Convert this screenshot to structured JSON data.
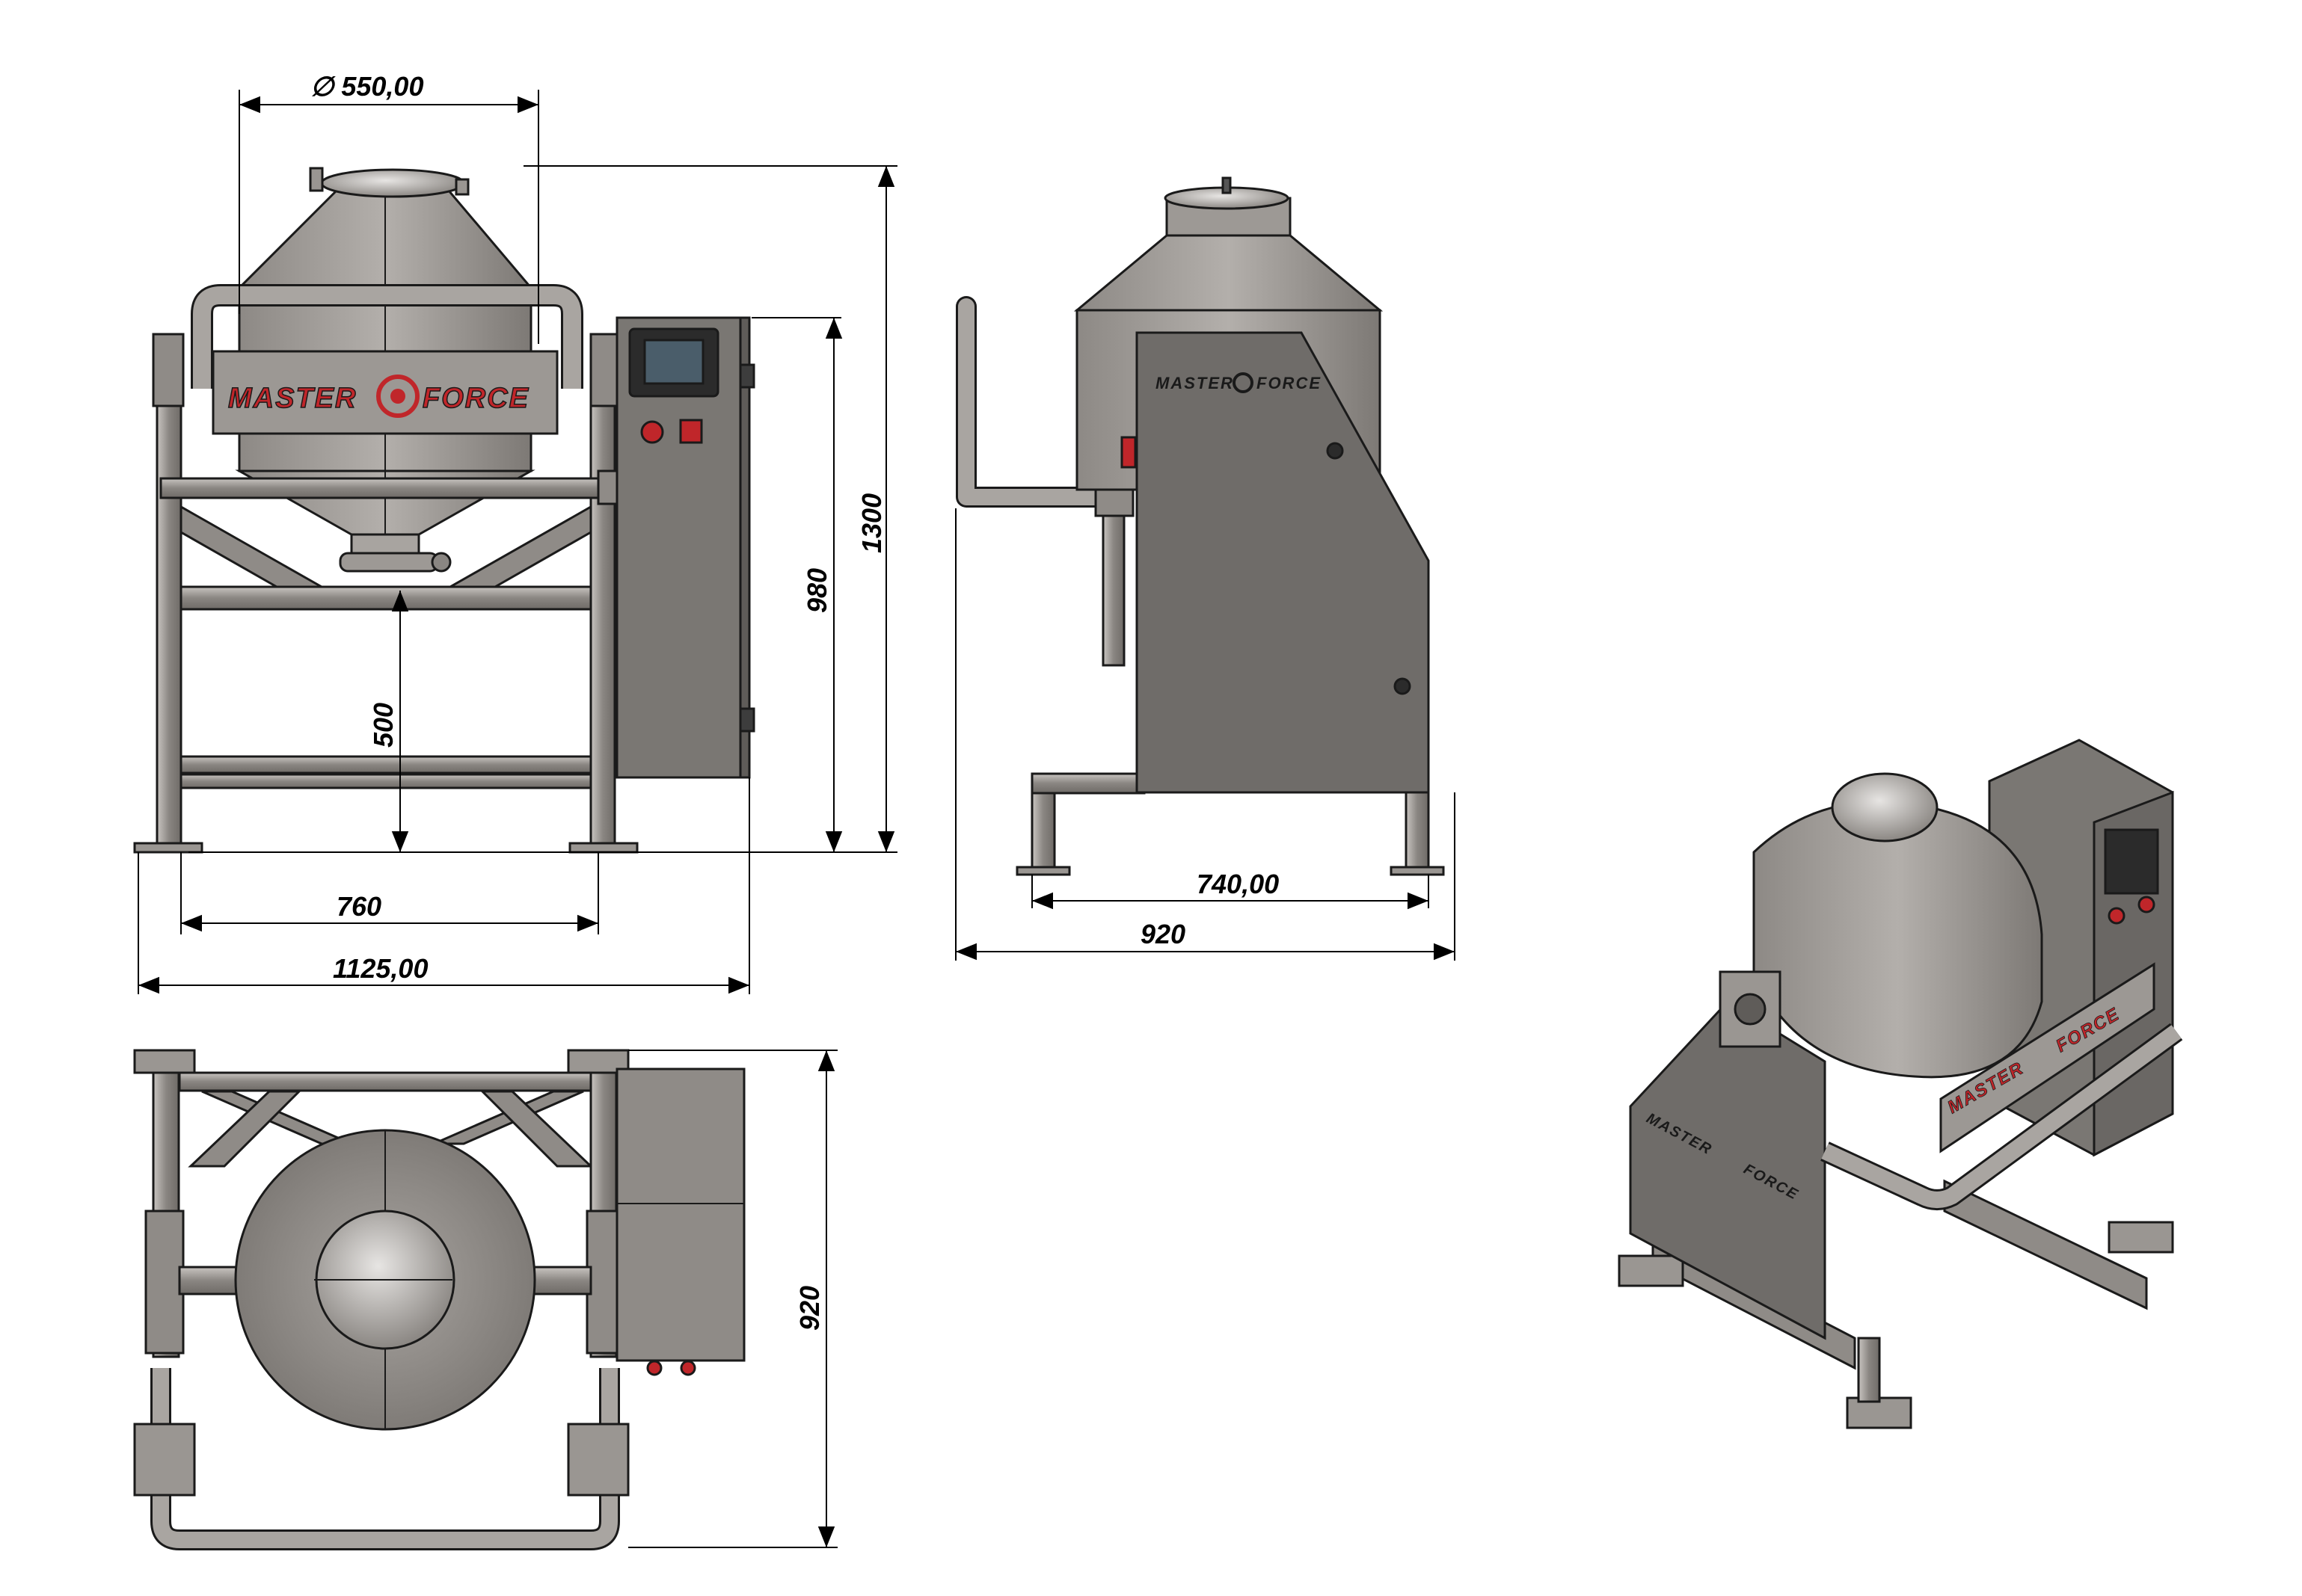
{
  "drawing": {
    "brand": {
      "left": "MASTER",
      "right": "FORCE",
      "color": "#c0262a"
    },
    "colors": {
      "steel_dark": "#6f6c69",
      "steel_mid": "#8f8b87",
      "steel_light": "#b8b4b0",
      "outline": "#1a1a1a",
      "dimension": "#000000"
    },
    "dimensions": {
      "front_diameter": "∅ 550,00",
      "front_total_height": "1300",
      "front_panel_height": "980",
      "front_inlet_height": "500",
      "front_leg_span": "760",
      "front_total_width": "1125,00",
      "side_leg_span": "740,00",
      "side_total_depth": "920",
      "top_depth": "920"
    }
  }
}
